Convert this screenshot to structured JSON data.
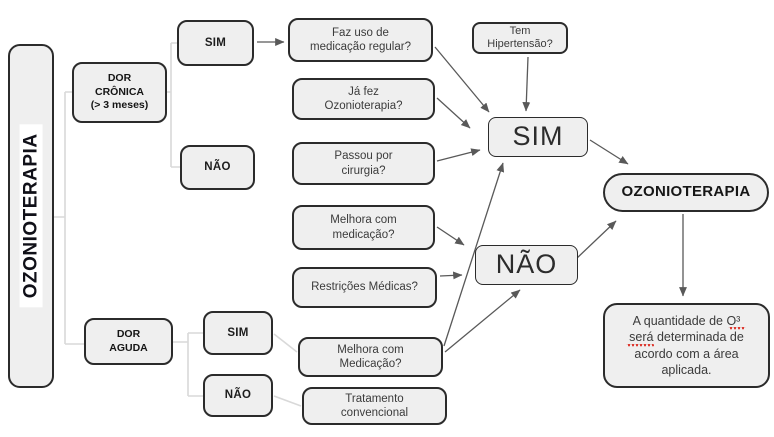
{
  "nodes": {
    "root": {
      "label": "OZONIOTERAPIA"
    },
    "dor_cronica": {
      "label": "DOR\nCRÔNICA\n(> 3 meses)"
    },
    "sim_cronica": {
      "label": "SIM"
    },
    "nao_cronica": {
      "label": "NÃO"
    },
    "faz_uso_medicacao": {
      "label": "Faz uso de\nmedicação regular?"
    },
    "tem_hipertensao": {
      "label": "Tem\nHipertensão?"
    },
    "ja_fez_ozonioterapia": {
      "label": "Já fez\nOzonioterapia?"
    },
    "passou_cirurgia": {
      "label": "Passou por\ncirurgia?"
    },
    "melhora_medicacao_cronica": {
      "label": "Melhora com\nmedicação?"
    },
    "restricoes_medicas": {
      "label": "Restrições Médicas?"
    },
    "decisao_sim": {
      "label": "SIM"
    },
    "decisao_nao": {
      "label": "NÃO"
    },
    "ozonioterapia_resultado": {
      "label": "OZONIOTERAPIA"
    },
    "dor_aguda": {
      "label": "DOR\nAGUDA"
    },
    "sim_aguda": {
      "label": "SIM"
    },
    "nao_aguda": {
      "label": "NÃO"
    },
    "melhora_medicacao_aguda": {
      "label": "Melhora com\nMedicação?"
    },
    "tratamento_convencional": {
      "label": "Tratamento\nconvencional"
    },
    "quantidade_o3": {
      "label": "A quantidade de O³\nserá determinada de\nacordo com a área\naplicada."
    }
  },
  "colors": {
    "node_fill": "#efefef",
    "node_border": "#2b2b2b",
    "arrow": "#595959",
    "connector": "#d9d9d9",
    "spellcheck_underline": "#dd3b32"
  }
}
